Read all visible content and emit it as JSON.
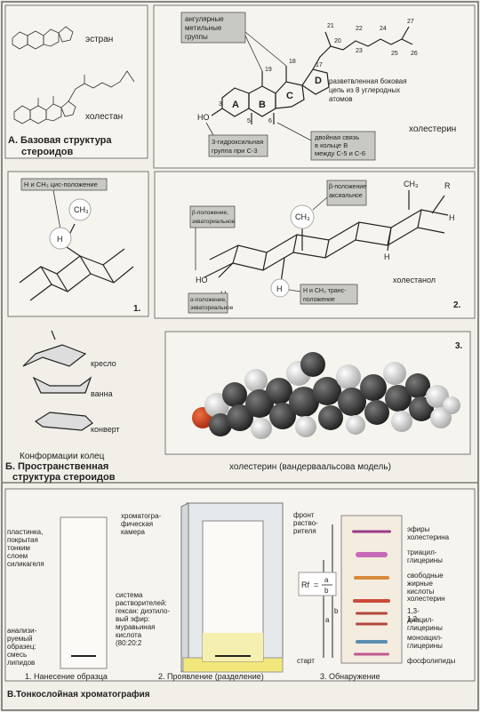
{
  "section_a": {
    "title_line1": "А. Базовая структура",
    "title_line2": "стероидов",
    "estran": "эстран",
    "cholestan": "холестан",
    "cholesterin": "холестерин",
    "angular_methyl": [
      "ангулярные",
      "метильные",
      "группы"
    ],
    "side_chain": [
      "разветвленная боковая",
      "цепь из 8 углеродных",
      "атомов"
    ],
    "hydroxyl": [
      "3-гидроксильная",
      "группа при C-3"
    ],
    "double_bond": [
      "двойная связь",
      "в кольце B",
      "между C-5 и C-6"
    ],
    "ring_labels": [
      "A",
      "B",
      "C",
      "D"
    ],
    "atom_numbers": [
      "21",
      "22",
      "24",
      "27",
      "20",
      "23",
      "25",
      "26",
      "18",
      "19",
      "17",
      "3",
      "5",
      "6"
    ],
    "ho": "HO"
  },
  "section_b": {
    "title_line1": "Б. Пространственная",
    "title_line2": "структура стероидов",
    "panel1_callout": "H и CH₃ цис-положение",
    "ch3": "CH₃",
    "h": "H",
    "panel1_num": "1.",
    "panel2_num": "2.",
    "panel2_callout_top": [
      "β-положение",
      "аксиальное"
    ],
    "panel2_callout_left": [
      "β-положение,",
      "экваториальное"
    ],
    "panel2_callout_bottom": [
      "α-положение,",
      "экваториальное"
    ],
    "panel2_callout_h": [
      "H и CH₃ транс-",
      "положение"
    ],
    "ho": "HO",
    "r": "R",
    "cholestanol": "холестанол",
    "conformations": [
      "кресло",
      "ванна",
      "конверт"
    ],
    "conf_title": "Конформации колец",
    "panel3_num": "3.",
    "model_caption": "холестерин (вандерваальсова модель)"
  },
  "section_c": {
    "title": "В.Тонкослойная хроматография",
    "plate_label": [
      "пластинка,",
      "покрытая",
      "тонким",
      "слоем",
      "силикагеля"
    ],
    "sample_label": [
      "анализи-",
      "руемый",
      "образец:",
      "смесь",
      "липидов"
    ],
    "chamber_label": [
      "хроматогра-",
      "фическая",
      "камера"
    ],
    "solvent_label": [
      "система",
      "растворителей:",
      "гексан: диэтило-",
      "вый эфир:",
      "муравьиная",
      "кислота",
      "(80:20:2"
    ],
    "front_label": [
      "фронт",
      "раство-",
      "рителя"
    ],
    "rf_formula": "Rf = a / b",
    "rf_parts": {
      "rf": "Rf",
      "eq": "=",
      "a": "a",
      "b": "b"
    },
    "start": "старт",
    "step1": "1. Нанесение образца",
    "step2": "2. Проявление (разделение)",
    "step3": "3. Обнаружение",
    "spots": [
      {
        "label": [
          "эфиры",
          "холестерина"
        ],
        "color": "#9b3a88"
      },
      {
        "label": [
          "триацил-",
          "глицерины"
        ],
        "color": "#c76ab8"
      },
      {
        "label": [
          "свободные",
          "жирные",
          "кислоты"
        ],
        "color": "#d98a3a"
      },
      {
        "label": [
          "холестерин"
        ],
        "color": "#cc4a3a"
      },
      {
        "label": [
          "1,3-",
          "1,2-"
        ],
        "color": "#b5463c"
      },
      {
        "label": [
          "диацил-",
          "глицерины"
        ],
        "color": "#b5463c"
      },
      {
        "label": [
          "моноацил-",
          "глицерины"
        ],
        "color": "#5a8fb3"
      },
      {
        "label": [
          "фосфолипиды"
        ],
        "color": "#c05a8e"
      }
    ]
  },
  "colors": {
    "callout": "#c9c9c4",
    "solvent": "#f2e77a",
    "oxygen_atom": "#cc3a1a",
    "carbon_atom": "#2b2b2b",
    "hydrogen_atom": "#dcdcdc"
  }
}
